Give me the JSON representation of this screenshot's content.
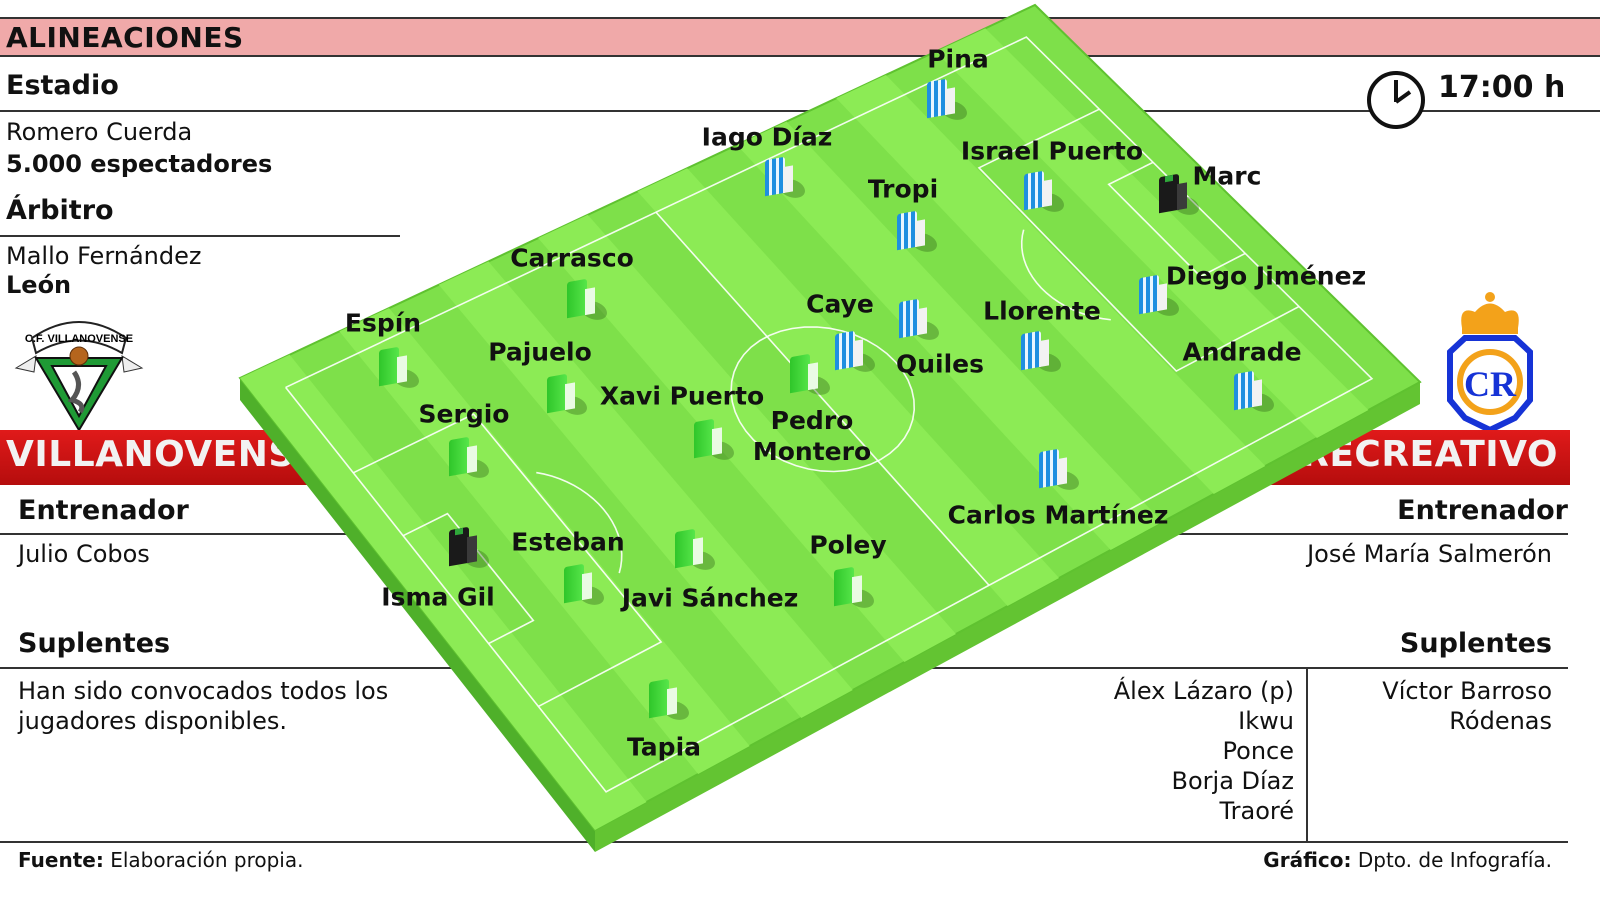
{
  "header": {
    "title": "ALINEACIONES"
  },
  "stadium": {
    "label": "Estadio",
    "name": "Romero Cuerda",
    "attendance": "5.000 espectadores"
  },
  "time": {
    "icon": "clock-icon",
    "value": "17:00 h"
  },
  "referee": {
    "label": "Árbitro",
    "name": "Mallo Fernández",
    "origin": "León"
  },
  "home": {
    "name": "VILLANOVENSE",
    "crest_text": "C.F. VILLANOVENSE",
    "coach_label": "Entrenador",
    "coach": "Julio Cobos",
    "subs_label": "Suplentes",
    "subs_text": [
      "Han sido convocados todos los",
      "jugadores disponibles."
    ],
    "color": "#3cd43a"
  },
  "away": {
    "name": "RECREATIVO",
    "coach_label": "Entrenador",
    "coach": "José María Salmerón",
    "subs_label": "Suplentes",
    "subs_col1": [
      "Álex Lázaro (p)",
      "Ikwu",
      "Ponce",
      "Borja Díaz",
      "Traoré"
    ],
    "subs_col2": [
      "Víctor Barroso",
      "Ródenas"
    ],
    "color": "#1e8fe0"
  },
  "home_players": [
    "Espín",
    "Carrasco",
    "Pajuelo",
    "Sergio",
    "Xavi Puerto",
    "Pedro Montero",
    "Isma Gil",
    "Esteban",
    "Javi Sánchez",
    "Poley",
    "Tapia"
  ],
  "away_players": [
    "Pina",
    "Iago Díaz",
    "Israel Puerto",
    "Tropi",
    "Marc",
    "Caye",
    "Quiles",
    "Llorente",
    "Diego Jiménez",
    "Andrade",
    "Carlos Martínez"
  ],
  "footer": {
    "source_label": "Fuente:",
    "source": "Elaboración propia.",
    "graphic_label": "Gráfico:",
    "graphic": "Dpto. de Infografía."
  },
  "colors": {
    "header": "#f0a9a9",
    "band": "#d01414",
    "pitch": "#7ee04a"
  }
}
